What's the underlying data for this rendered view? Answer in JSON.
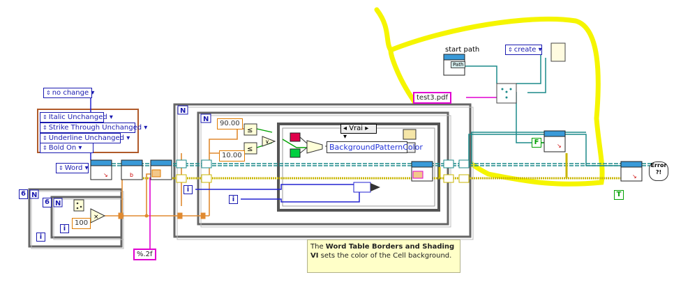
{
  "controls": {
    "no_change": "no change",
    "italic": "Italic Unchanged",
    "strike": "Strike Through Unchanged",
    "underline": "Underline Unchanged",
    "bold": "Bold On",
    "word": "Word",
    "create": "create",
    "start_path": "start path",
    "path_label": "Path"
  },
  "constants": {
    "n_outer": "6",
    "n_inner": "6",
    "num_100": "100",
    "num_90": "90.00",
    "num_10": "10.00",
    "format": "%.2f",
    "filename": "test3.pdf",
    "bool_f": "F",
    "bool_t": "T"
  },
  "loops": {
    "n_symbol": "N",
    "i_symbol": "i"
  },
  "case_structure": {
    "selector_value": "Vrai"
  },
  "property_node": {
    "label": "BackgroundPatternColor"
  },
  "error_handler": {
    "label": "Error ?!"
  },
  "note": {
    "prefix": "The ",
    "bold": "Word Table Borders and Shading VI",
    "suffix": " sets the color of the Cell background."
  },
  "colors": {
    "enum_blue": "#1a1ab0",
    "refnum_teal": "#1b8a8a",
    "number_orange": "#e07b00",
    "string_pink": "#e000d0",
    "boolean_green": "#00a000",
    "error_yellow": "#d9c300",
    "highlight_yellow": "#f5f500"
  }
}
